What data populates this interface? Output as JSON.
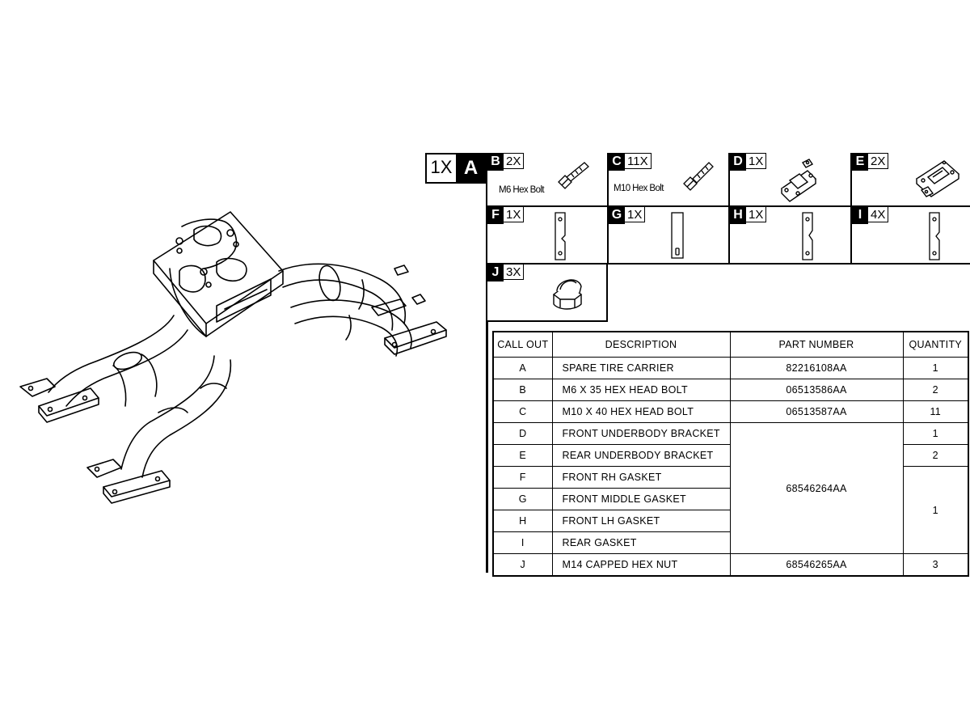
{
  "callout_a": {
    "qty": "1X",
    "letter": "A"
  },
  "parts": [
    {
      "letter": "B",
      "qty": "2X",
      "name": "M6 Hex Bolt",
      "icon": "hex-bolt-icon"
    },
    {
      "letter": "C",
      "qty": "11X",
      "name": "M10 Hex Bolt",
      "icon": "hex-bolt-icon"
    },
    {
      "letter": "D",
      "qty": "1X",
      "icon": "front-underbody-bracket-icon"
    },
    {
      "letter": "E",
      "qty": "2X",
      "icon": "rear-underbody-bracket-icon"
    },
    {
      "letter": "F",
      "qty": "1X",
      "icon": "gasket-icon"
    },
    {
      "letter": "G",
      "qty": "1X",
      "icon": "gasket-icon"
    },
    {
      "letter": "H",
      "qty": "1X",
      "icon": "gasket-icon"
    },
    {
      "letter": "I",
      "qty": "4X",
      "icon": "gasket-icon"
    },
    {
      "letter": "J",
      "qty": "3X",
      "icon": "capped-hex-nut-icon"
    }
  ],
  "table": {
    "headers": {
      "callout": "CALL OUT",
      "description": "DESCRIPTION",
      "part_number": "PART NUMBER",
      "quantity": "QUANTITY"
    },
    "rows": [
      {
        "callout": "A",
        "description": "SPARE TIRE CARRIER",
        "part_number": "82216108AA",
        "quantity": "1"
      },
      {
        "callout": "B",
        "description": "M6 X 35 HEX HEAD BOLT",
        "part_number": "06513586AA",
        "quantity": "2"
      },
      {
        "callout": "C",
        "description": "M10 X 40 HEX HEAD BOLT",
        "part_number": "06513587AA",
        "quantity": "11"
      },
      {
        "callout": "D",
        "description": "FRONT UNDERBODY BRACKET",
        "part_number": "68546264AA",
        "quantity": "1"
      },
      {
        "callout": "E",
        "description": "REAR UNDERBODY BRACKET",
        "quantity": "2"
      },
      {
        "callout": "F",
        "description": "FRONT RH GASKET",
        "quantity": "1"
      },
      {
        "callout": "G",
        "description": "FRONT MIDDLE GASKET"
      },
      {
        "callout": "H",
        "description": "FRONT LH GASKET"
      },
      {
        "callout": "I",
        "description": "REAR GASKET"
      },
      {
        "callout": "J",
        "description": "M14 CAPPED HEX NUT",
        "part_number": "68546265AA",
        "quantity": "3"
      }
    ]
  }
}
